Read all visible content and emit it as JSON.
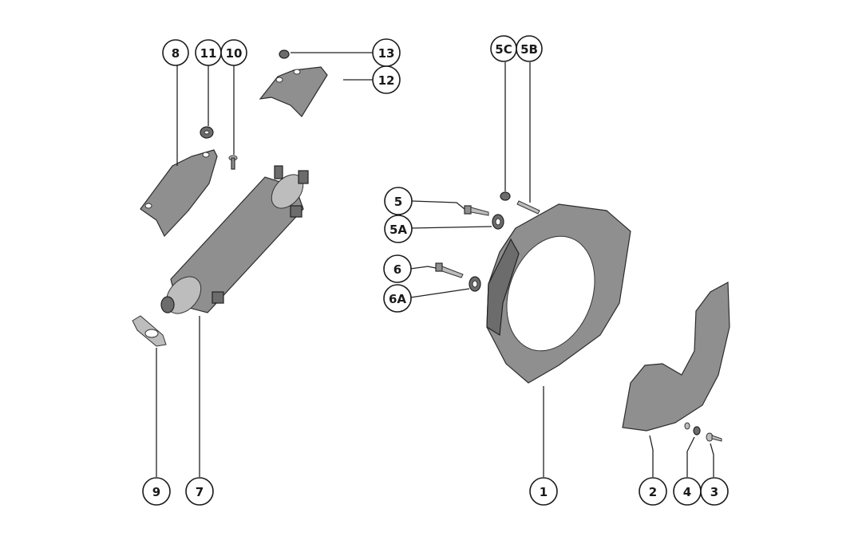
{
  "callouts": {
    "c1": "1",
    "c2": "2",
    "c3": "3",
    "c4": "4",
    "c5": "5",
    "c5a": "5A",
    "c5b": "5B",
    "c5c": "5C",
    "c6": "6",
    "c6a": "6A",
    "c7": "7",
    "c8": "8",
    "c9": "9",
    "c10": "10",
    "c11": "11",
    "c12": "12",
    "c13": "13"
  }
}
